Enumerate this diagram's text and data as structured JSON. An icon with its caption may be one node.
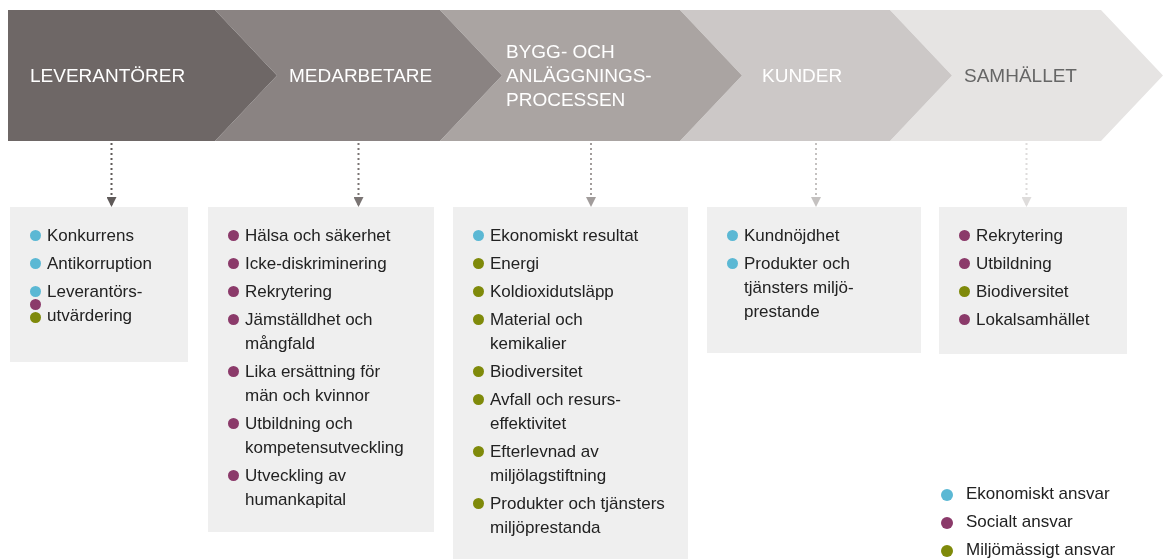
{
  "diagram": {
    "nodes": [
      {
        "text": [
          "LEVERANTÖRER"
        ]
      },
      {
        "text": [
          "MEDARBETARE"
        ]
      },
      {
        "text": [
          "BYGG- OCH ANLÄGGNINGS- PROCESSEN"
        ]
      },
      {
        "text": [
          "KUNDER"
        ]
      },
      {
        "text": [
          "SAMHÄLLET"
        ]
      },
      {
        "text": [
          "Konkurrens",
          "Antikorruption",
          "Leverantörs- utvärdering"
        ]
      },
      {
        "text": [
          "Hälsa och säkerhet",
          "Icke-diskriminering",
          "Rekrytering",
          "Jämställdhet och mångfald",
          "Lika ersättning för män och kvinnor",
          "Utbildning och kompetensutveckling",
          "Utveckling av humankapital"
        ]
      },
      {
        "text": [
          "Ekonomiskt resultat",
          "Energi",
          "Koldioxidutsläpp",
          "Material och kemikalier",
          "Biodiversitet",
          "Avfall och resurs- effektivitet",
          "Efterlevnad av miljölagstiftning",
          "Produkter och tjänsters miljöprestanda"
        ]
      },
      {
        "text": [
          "Kundnöjdhet",
          "Produkter och tjänsters miljö- prestande"
        ]
      },
      {
        "text": [
          "Rekrytering",
          "Utbildning",
          "Biodiversitet",
          "Lokalsamhället"
        ]
      }
    ],
    "edges": [
      {
        "from": 0,
        "to": 5,
        "arrow": "to",
        "style": "dashed",
        "color": "#5f5a59"
      },
      {
        "from": 1,
        "to": 6,
        "arrow": "to",
        "style": "dashed",
        "color": "#7a7473"
      },
      {
        "from": 2,
        "to": 7,
        "arrow": "to",
        "style": "dashed",
        "color": "#a19c9b"
      },
      {
        "from": 3,
        "to": 8,
        "arrow": "to",
        "style": "dashed",
        "color": "#c4c1c0"
      },
      {
        "from": 4,
        "to": 9,
        "arrow": "to",
        "style": "dashed",
        "color": "#dedcdb"
      }
    ],
    "legend": [
      {
        "text": "Ekonomiskt ansvar",
        "color": "#5bb8d4"
      },
      {
        "text": "Socialt ansvar",
        "color": "#8b3a6a"
      },
      {
        "text": "Miljömässigt ansvar",
        "color": "#7f8a0a"
      }
    ]
  }
}
